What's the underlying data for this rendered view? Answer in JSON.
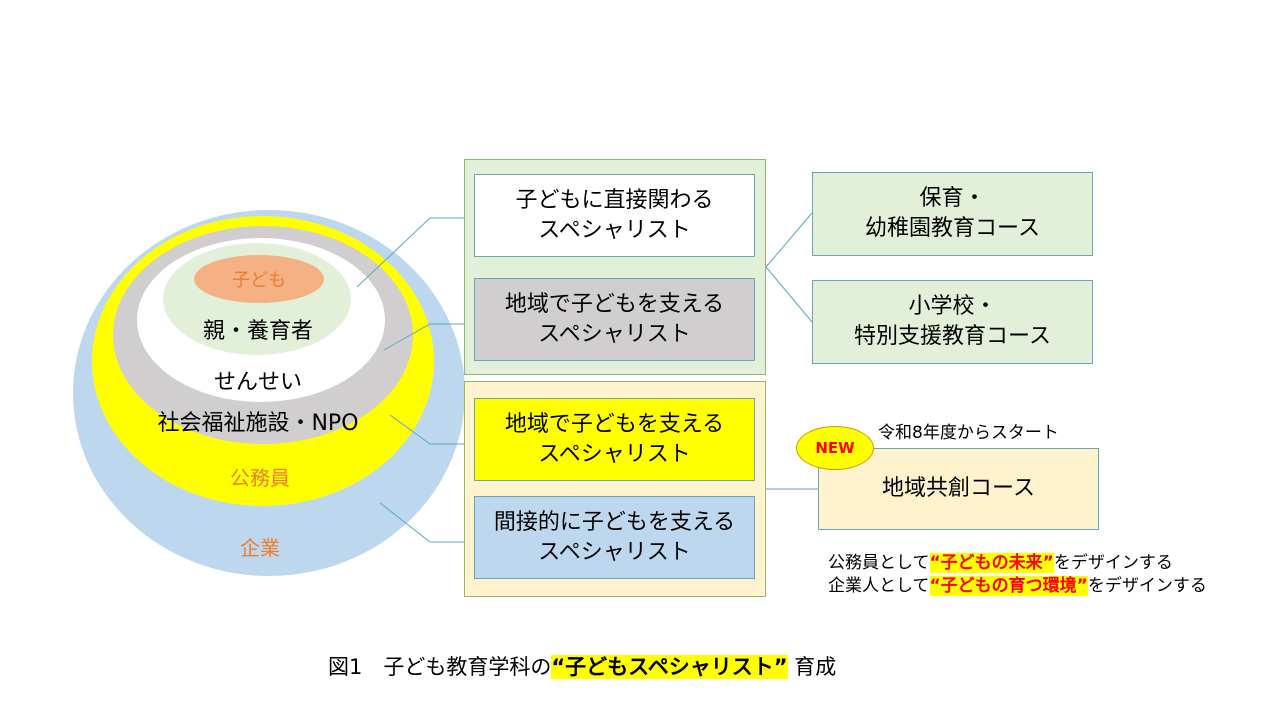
{
  "rings": {
    "kodomo": "子ども",
    "oya": "親・養育者",
    "sensei": "せんせい",
    "shakai": "社会福祉施設・NPO",
    "koumuin": "公務員",
    "kigyou": "企業"
  },
  "specialists": {
    "direct_1": "子どもに直接関わる",
    "direct_2": "スペシャリスト",
    "region_gray_1": "地域で子どもを支える",
    "region_gray_2": "スペシャリスト",
    "region_yellow_1": "地域で子どもを支える",
    "region_yellow_2": "スペシャリスト",
    "indirect_1": "間接的に子どもを支える",
    "indirect_2": "スペシャリスト"
  },
  "courses": {
    "hoiku_1": "保育・",
    "hoiku_2": "幼稚園教育コース",
    "shogakko_1": "小学校・",
    "shogakko_2": "特別支援教育コース",
    "chiiki": "地域共創コース"
  },
  "new_badge": "NEW",
  "start_note": "令和8年度からスタート",
  "design_notes": {
    "line1_pre": "公務員として",
    "line1_hl": "“子どもの未来”",
    "line1_post": "をデザインする",
    "line2_pre": "企業人として",
    "line2_hl": "“子どもの育つ環境”",
    "line2_post": "をデザインする"
  },
  "caption": {
    "pre": "図1　子ども教育学科の",
    "hl": "“子どもスペシャリスト”",
    "post": " 育成"
  },
  "colors": {
    "blue_ring": "#bdd7ee",
    "yellow_ring": "#ffff00",
    "gray_ring": "#d0cece",
    "green_ring": "#e2f0d9",
    "orange_core": "#f4b183",
    "green_panel": "#e2f0d9",
    "yellow_panel": "#fff2cc",
    "orange_text": "#ed7d31"
  }
}
